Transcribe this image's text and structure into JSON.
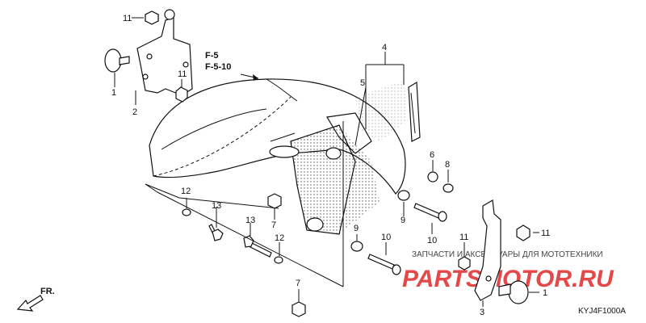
{
  "diagram": {
    "reference_labels": {
      "f5": "F-5",
      "f510": "F-5-10"
    },
    "direction": "FR.",
    "code": "KYJ4F1000A",
    "part_numbers": {
      "n1a": "1",
      "n1b": "1",
      "n2": "2",
      "n3": "3",
      "n4": "4",
      "n5": "5",
      "n6": "6",
      "n7a": "7",
      "n7b": "7",
      "n8": "8",
      "n9a": "9",
      "n9b": "9",
      "n10a": "10",
      "n10b": "10",
      "n11a": "11",
      "n11b": "11",
      "n11c": "11",
      "n11d": "11",
      "n12a": "12",
      "n12b": "12",
      "n13a": "13",
      "n13b": "13"
    }
  },
  "watermark": {
    "subtitle": "ЗАПЧАСТИ И АКСЕССУАРЫ ДЛЯ МОТОТЕХНИКИ",
    "brand": "PARTSMOTOR.RU"
  }
}
